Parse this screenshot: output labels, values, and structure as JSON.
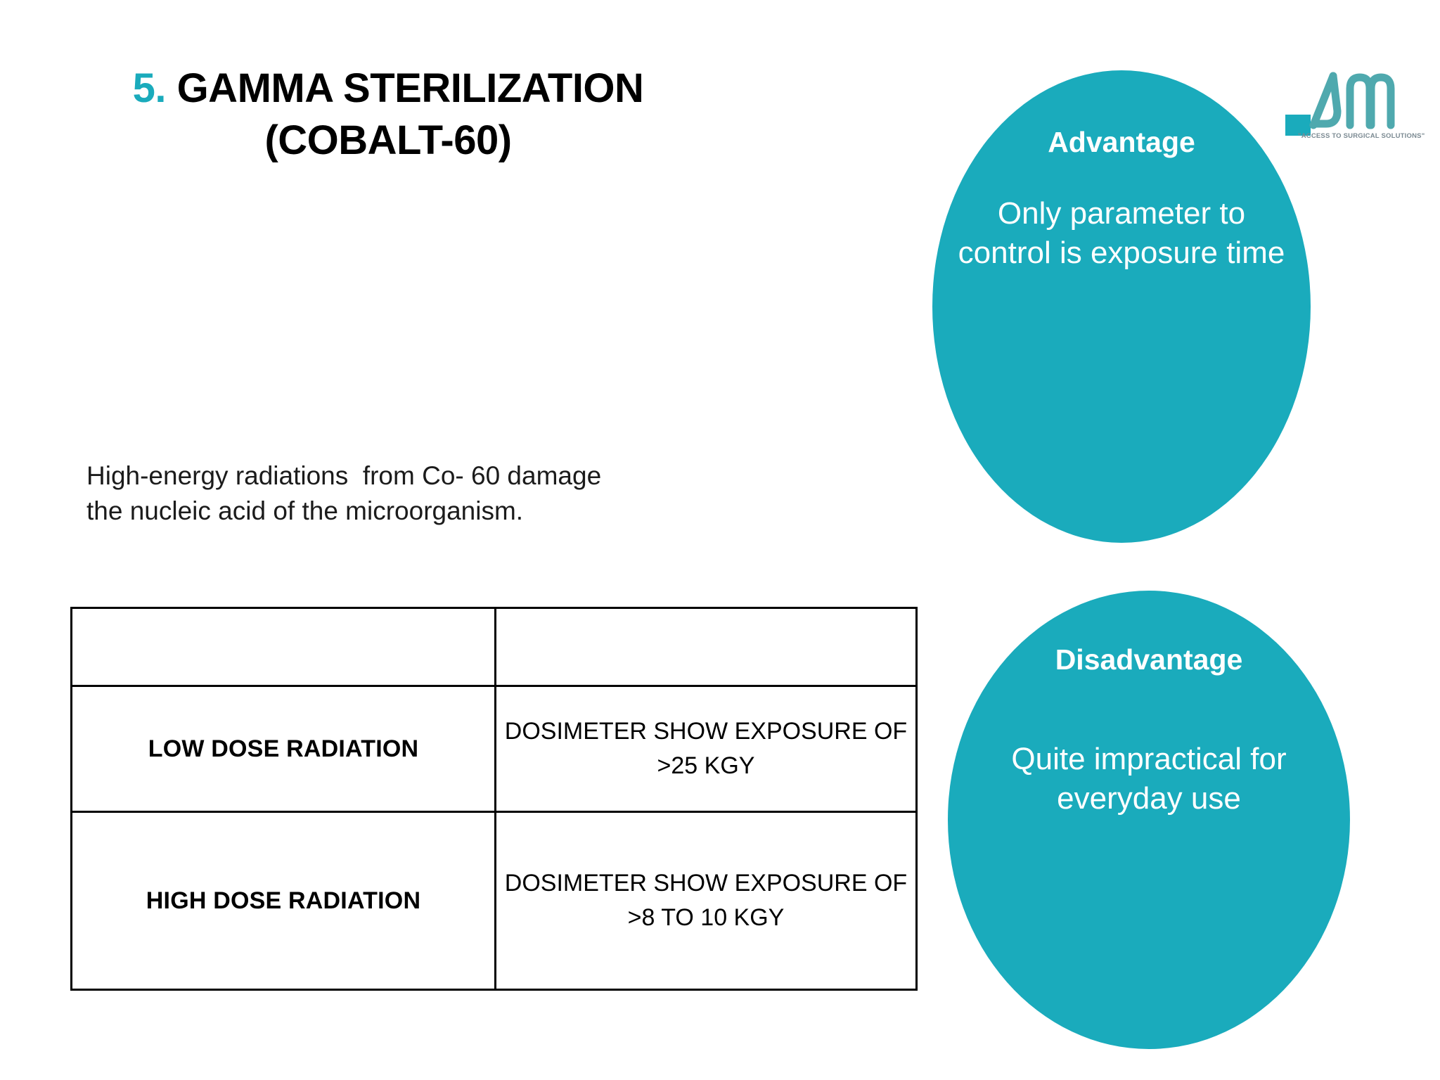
{
  "slide": {
    "background": "#ffffff",
    "accent_color": "#1AABBC"
  },
  "title": {
    "number": "5.",
    "main": "GAMMA STERILIZATION",
    "subtitle": "(COBALT-60)"
  },
  "body": {
    "line1": "High-energy radiations  from Co- 60 damage",
    "line2": "the nucleic acid of the microorganism."
  },
  "table": {
    "header": {
      "col1": "",
      "col2": ""
    },
    "rows": [
      {
        "label": "LOW DOSE RADIATION",
        "value": "DOSIMETER SHOW EXPOSURE OF >25 KGY"
      },
      {
        "label": "HIGH DOSE RADIATION",
        "value": "DOSIMETER SHOW EXPOSURE OF >8 TO 10 KGY"
      }
    ]
  },
  "bubbles": {
    "advantage": {
      "title": "Advantage",
      "body": "Only parameter to control is exposure time",
      "color": "#1AABBC"
    },
    "disadvantage": {
      "title": "Disadvantage",
      "body": "Quite impractical for everyday use",
      "color": "#1AABBC"
    }
  },
  "logo": {
    "mark": "AM",
    "tagline": "\"ACCESS TO SURGICAL SOLUTIONS\"",
    "color": "#4FA9AE"
  }
}
